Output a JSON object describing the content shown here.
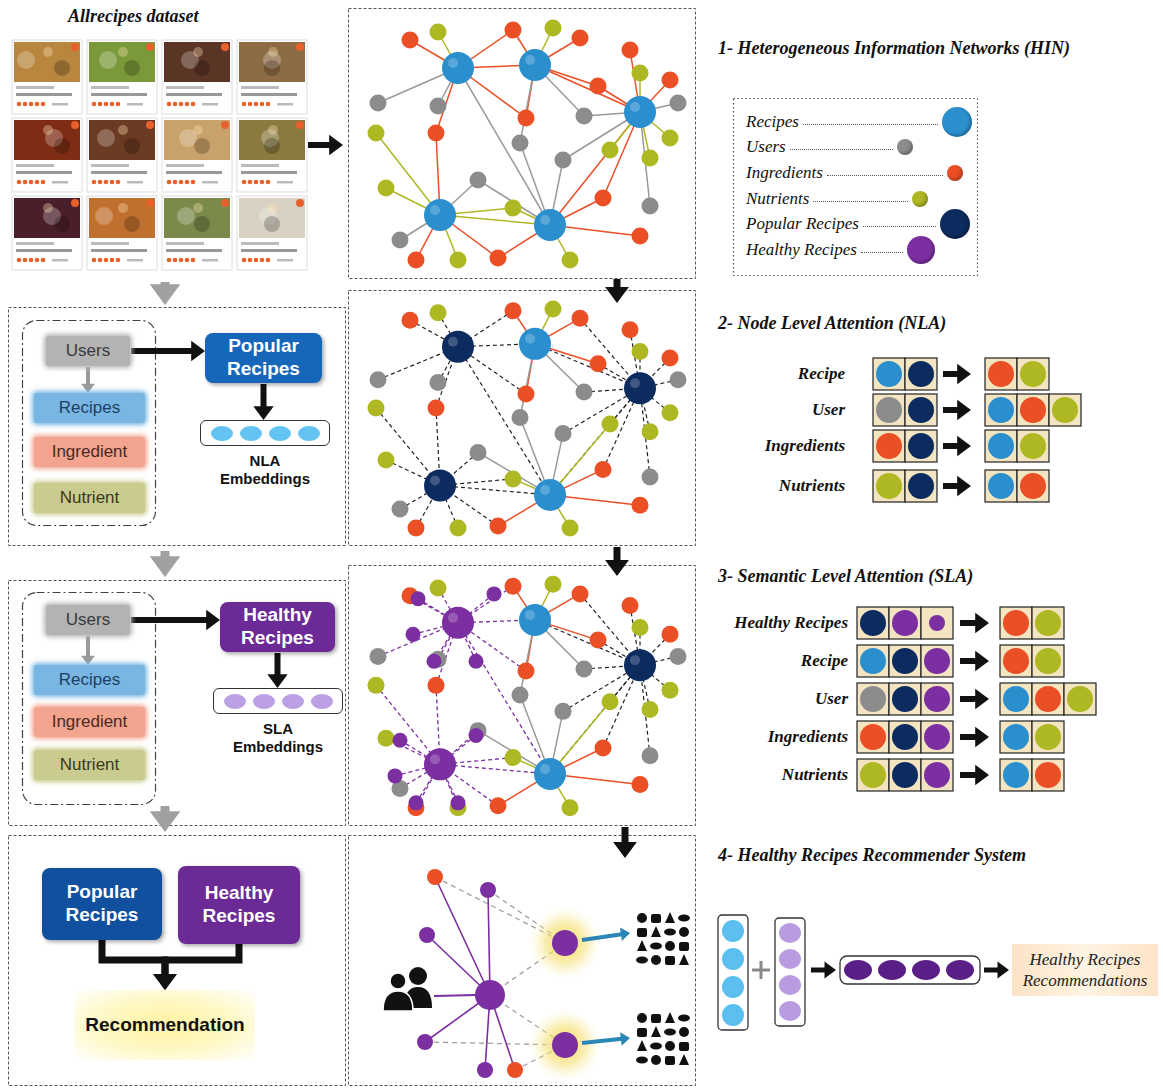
{
  "diagram": {
    "nodes": [
      {
        "text": [
          "Users"
        ]
      },
      {
        "text": [
          "Recipes"
        ]
      },
      {
        "text": [
          "Ingredient"
        ]
      },
      {
        "text": [
          "Nutrient"
        ]
      },
      {
        "text": [
          "Popular Recipes"
        ]
      },
      {
        "text": [
          "NLA Embeddings"
        ]
      },
      {
        "text": [
          "Users"
        ]
      },
      {
        "text": [
          "Recipes"
        ]
      },
      {
        "text": [
          "Ingredient"
        ]
      },
      {
        "text": [
          "Nutrient"
        ]
      },
      {
        "text": [
          "Healthy Recipes"
        ]
      },
      {
        "text": [
          "SLA Embeddings"
        ]
      },
      {
        "text": [
          "Popular Recipes"
        ]
      },
      {
        "text": [
          "Healthy Recipes"
        ]
      },
      {
        "text": [
          "Recommendation"
        ]
      },
      {
        "text": [
          "Healthy Recipes Recommendations"
        ]
      }
    ],
    "edges": [
      {
        "from": 0,
        "to": 1,
        "arrow": "to"
      },
      {
        "from": 0,
        "to": 4,
        "arrow": "to"
      },
      {
        "from": 4,
        "to": 5,
        "arrow": "to"
      },
      {
        "from": 6,
        "to": 7,
        "arrow": "to"
      },
      {
        "from": 6,
        "to": 10,
        "arrow": "to"
      },
      {
        "from": 10,
        "to": 11,
        "arrow": "to"
      },
      {
        "from": 12,
        "to": 14,
        "arrow": "to"
      },
      {
        "from": 13,
        "to": 14,
        "arrow": "to"
      }
    ],
    "labels": [
      "Allrecipes dataset",
      "1- Heterogeneous Information Networks (HIN)",
      "2- Node Level Attention (NLA)",
      "Recipe",
      "User",
      "Ingredients",
      "Nutrients",
      "3- Semantic Level Attention (SLA)",
      "Healthy Recipes",
      "Recipe",
      "User",
      "Ingredients",
      "Nutrients",
      "4- Healthy Recipes Recommender System"
    ],
    "legend": [
      {
        "text": "Recipes",
        "color": "#2b8fce"
      },
      {
        "text": "Users",
        "color": "#8c8c8c"
      },
      {
        "text": "Ingredients",
        "color": "#ea4f26"
      },
      {
        "text": "Nutrients",
        "color": "#aeb823"
      },
      {
        "text": "Popular Recipes",
        "color": "#0c2b5e"
      },
      {
        "text": "Healthy Recipes",
        "color": "#7b2fa0"
      }
    ]
  }
}
